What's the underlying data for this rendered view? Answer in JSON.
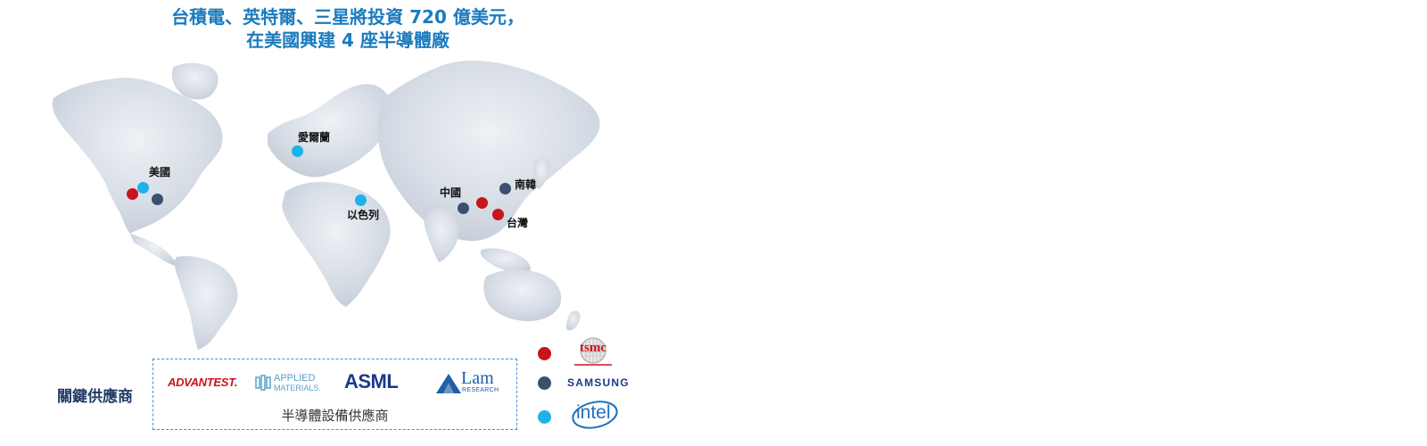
{
  "title": {
    "line1": "台積電、英特爾、三星將投資 720 億美元，",
    "line2": "在美國興建 4 座半導體廠"
  },
  "colors": {
    "tsmc": "#c8141c",
    "samsung": "#3b4f6e",
    "intel": "#1fb2e8",
    "title": "#1a7bbf"
  },
  "cities": {
    "usa": "美國",
    "ireland": "愛爾蘭",
    "israel": "以色列",
    "china": "中國",
    "korea": "南韓",
    "taiwan": "台灣"
  },
  "suppliers": {
    "label": "關鍵供應商",
    "caption": "半導體設備供應商",
    "logos": {
      "advantest": "ADVANTEST.",
      "applied_line1": "APPLIED",
      "applied_line2": "MATERIALS.",
      "asml": "ASML",
      "lam": "Lam",
      "lam_sub": "RESEARCH"
    }
  },
  "legend": {
    "tsmc": "tsmc",
    "samsung": "SAMSUNG",
    "intel": "intel"
  }
}
